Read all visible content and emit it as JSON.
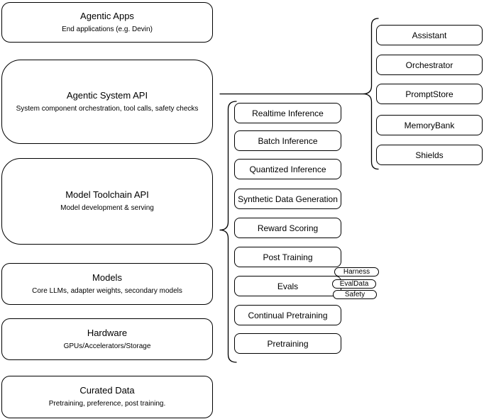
{
  "colors": {
    "stroke": "#000000",
    "node_fill": "#ffffff",
    "text": "#000000",
    "canvas": "#ffffff"
  },
  "stack": {
    "nodes": [
      {
        "title": "Agentic Apps",
        "subtitle": "End applications (e.g. Devin)"
      },
      {
        "title": "Agentic System API",
        "subtitle": "System component orchestration, tool calls, safety checks"
      },
      {
        "title": "Model Toolchain API",
        "subtitle": "Model development & serving"
      },
      {
        "title": "Models",
        "subtitle": "Core LLMs, adapter weights, secondary models"
      },
      {
        "title": "Hardware",
        "subtitle": "GPUs/Accelerators/Storage"
      },
      {
        "title": "Curated Data",
        "subtitle": "Pretraining, preference, post training."
      }
    ]
  },
  "toolchain_services": {
    "nodes": [
      {
        "label": "Realtime Inference"
      },
      {
        "label": "Batch Inference"
      },
      {
        "label": "Quantized Inference"
      },
      {
        "label": "Synthetic Data Generation"
      },
      {
        "label": "Reward Scoring"
      },
      {
        "label": "Post Training"
      },
      {
        "label": "Evals"
      },
      {
        "label": "Continual Pretraining"
      },
      {
        "label": "Pretraining"
      }
    ],
    "evals_tags": [
      {
        "label": "Harness"
      },
      {
        "label": "EvalData"
      },
      {
        "label": "Safety"
      }
    ]
  },
  "system_components": {
    "nodes": [
      {
        "label": "Assistant"
      },
      {
        "label": "Orchestrator"
      },
      {
        "label": "PromptStore"
      },
      {
        "label": "MemoryBank"
      },
      {
        "label": "Shields"
      }
    ]
  }
}
